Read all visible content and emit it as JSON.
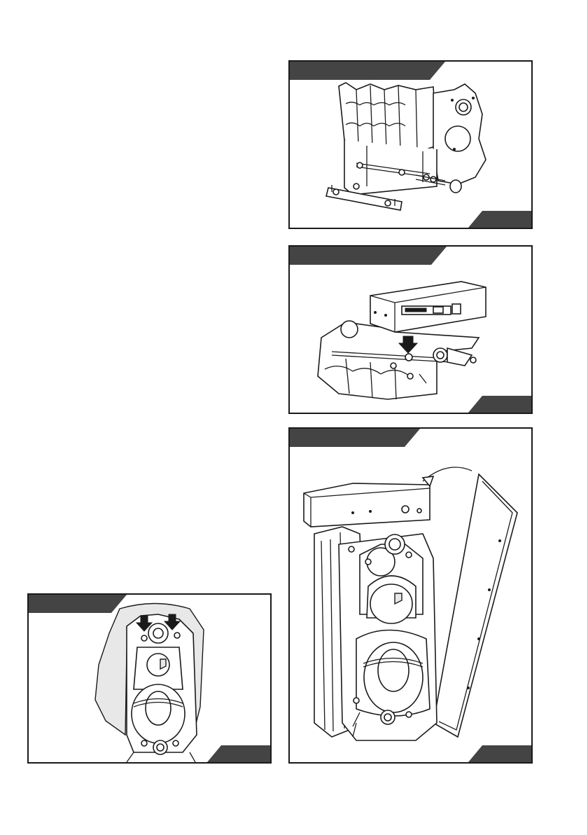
{
  "page": {
    "figures": [
      {
        "id": "fig-1",
        "title": "",
        "number": ""
      },
      {
        "id": "fig-2",
        "title": "",
        "number": ""
      },
      {
        "id": "fig-3",
        "title": "",
        "number": ""
      },
      {
        "id": "fig-4",
        "title": "",
        "number": ""
      }
    ]
  }
}
